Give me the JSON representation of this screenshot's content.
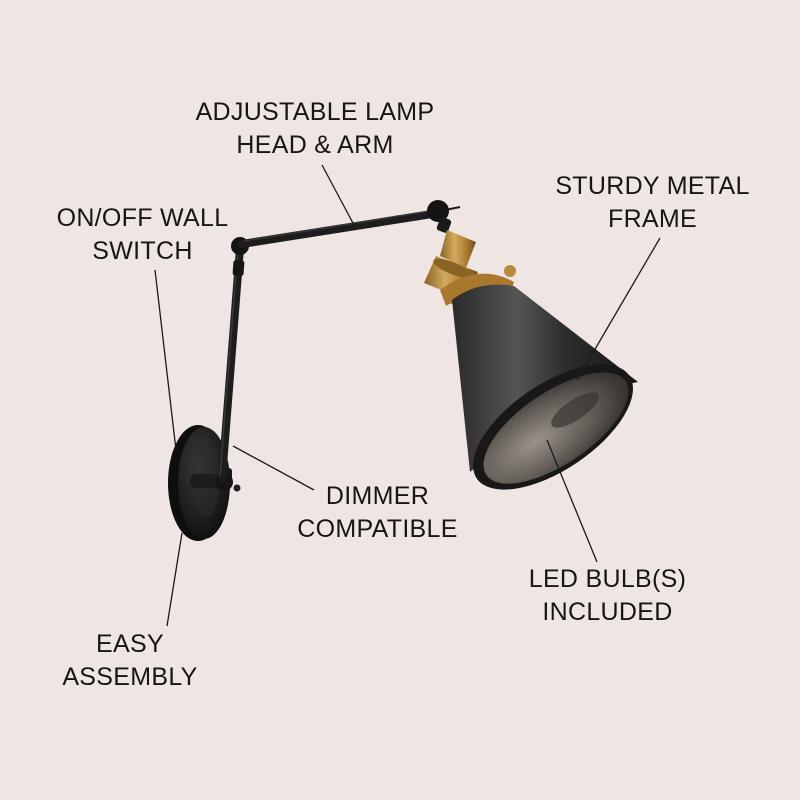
{
  "colors": {
    "background": "#efe6e3",
    "lamp_black": "#1c1c1c",
    "brass": "#b8893e",
    "callout_line": "#1a1a1a"
  },
  "labels": {
    "arm": {
      "line1": "ADJUSTABLE LAMP",
      "line2": "HEAD & ARM"
    },
    "frame": {
      "line1": "STURDY METAL",
      "line2": "FRAME"
    },
    "switch": {
      "line1": "ON/OFF WALL",
      "line2": "SWITCH"
    },
    "dimmer": {
      "line1": "DIMMER",
      "line2": "COMPATIBLE"
    },
    "led": {
      "line1": "LED BULB(S)",
      "line2": "INCLUDED"
    },
    "easy": {
      "line1": "EASY",
      "line2": "ASSEMBLY"
    }
  },
  "product": {
    "type": "swing-arm wall sconce",
    "finish": "matte black with brass socket"
  }
}
